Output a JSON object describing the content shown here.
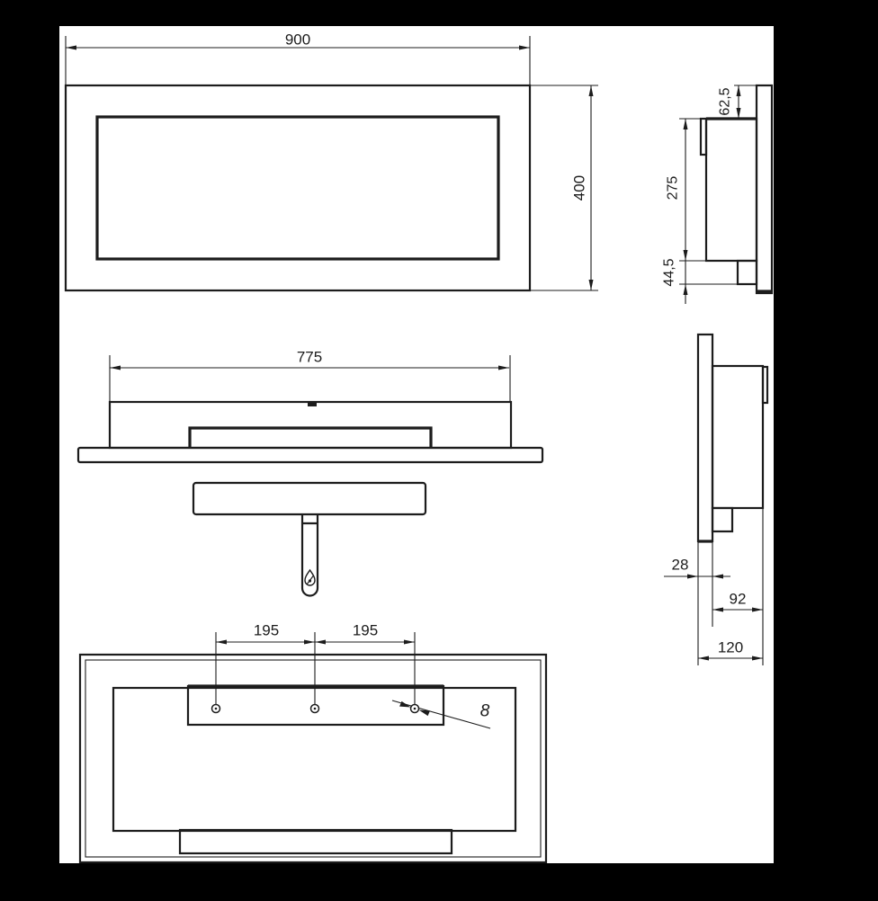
{
  "drawing": {
    "background_color": "#000000",
    "paper_color": "#ffffff",
    "line_color": "#1c1c1c",
    "views": {
      "front_view": {
        "dims": {
          "width": "900",
          "height": "400"
        }
      },
      "top_view": {
        "dims": {
          "inner_width": "775"
        }
      },
      "side_view_upper": {
        "dims": {
          "top_inset": "62,5",
          "body_height": "275",
          "bottom_inset": "44,5"
        }
      },
      "side_view_lower": {
        "dims": {
          "plate_thickness": "28",
          "body_depth": "92",
          "total_depth": "120"
        }
      },
      "rear_view": {
        "dims": {
          "hole_pitch_left": "195",
          "hole_pitch_right": "195",
          "hole_diameter": "8"
        }
      }
    },
    "icons": {
      "flame": "flame"
    }
  }
}
